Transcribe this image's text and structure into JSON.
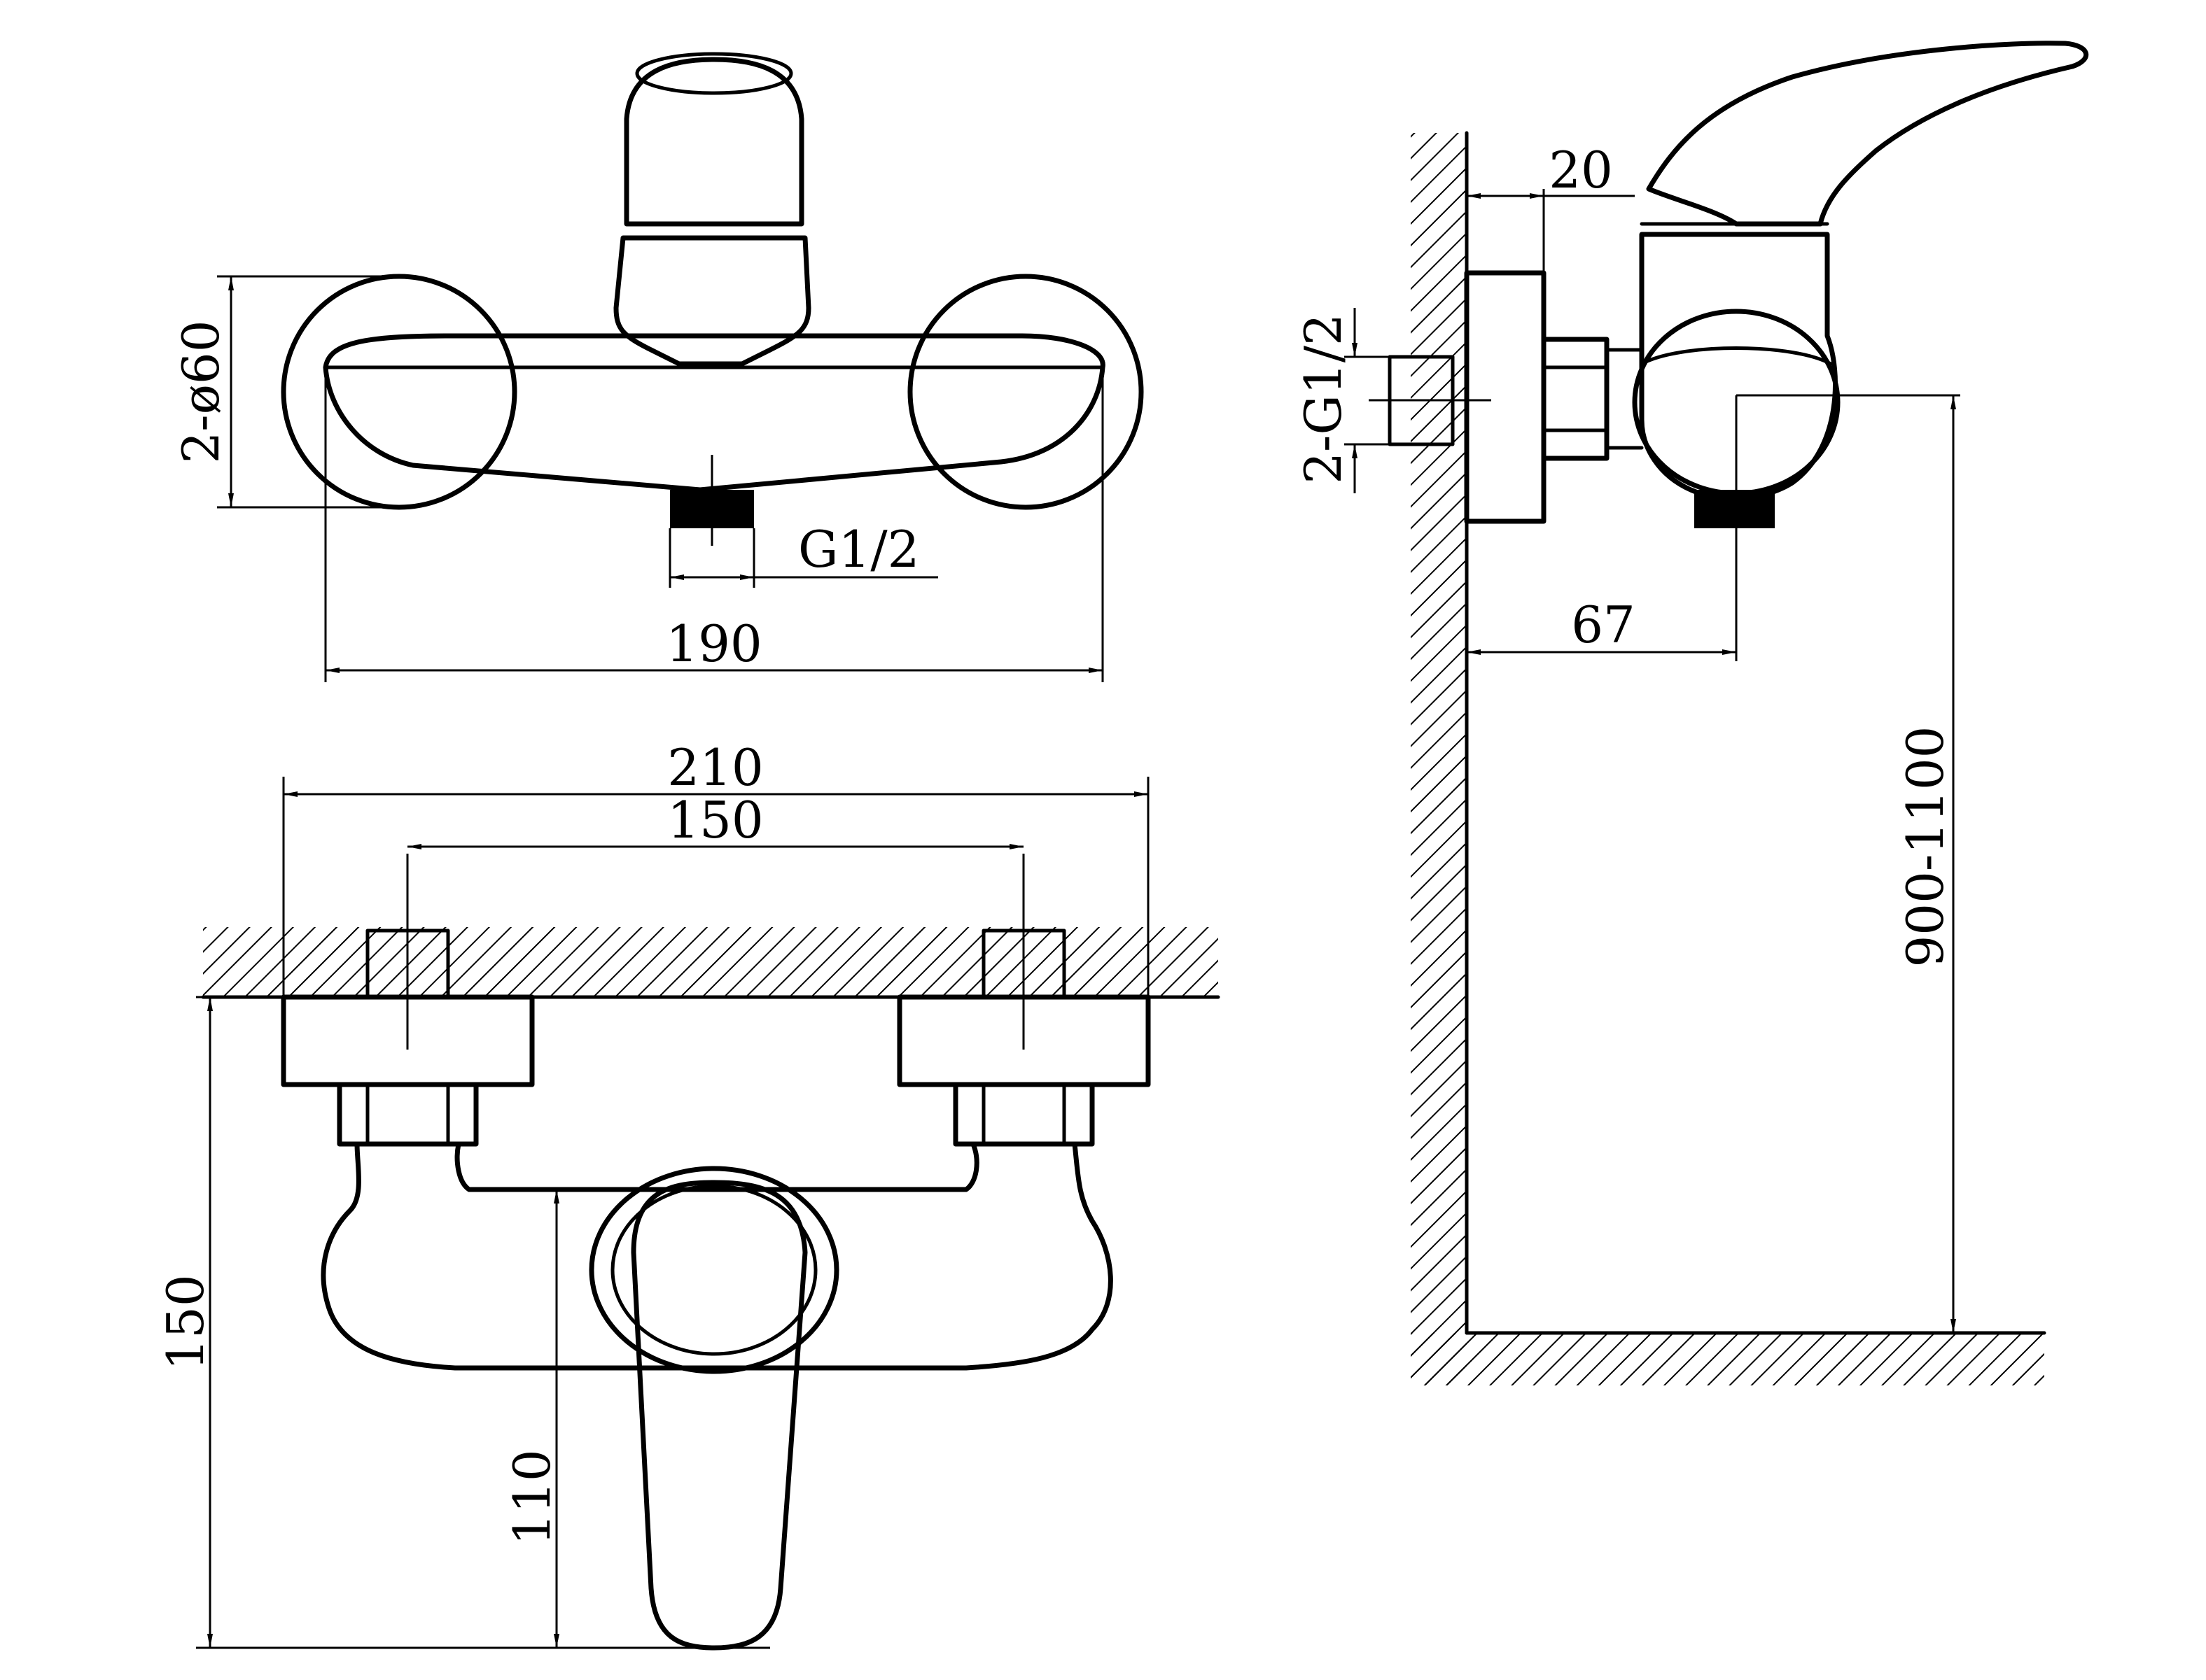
{
  "dimensions": {
    "inlet_diameter": "2-ø60",
    "outlet_thread": "G1/2",
    "top_width": "190",
    "overall_width": "210",
    "inlet_spacing": "150",
    "body_height": "150",
    "handle_height": "110",
    "wall_offset": "20",
    "inlet_thread_side": "2-G1/2",
    "projection": "67",
    "mount_height": "900-1100"
  },
  "colors": {
    "line": "#000000",
    "background": "#ffffff"
  }
}
